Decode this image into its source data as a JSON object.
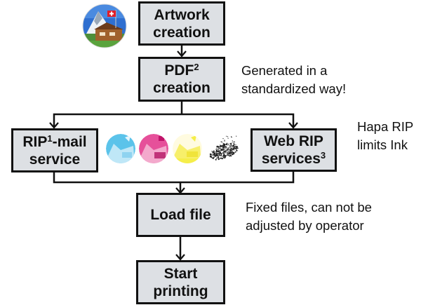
{
  "nodes": {
    "artwork": {
      "line1": "Artwork",
      "line2": "creation"
    },
    "pdf": {
      "line1_main": "PDF",
      "line1_sup": "2",
      "line2": "creation"
    },
    "rip_mail": {
      "line1_main": "RIP",
      "line1_sup": "1",
      "line1_rest": "-mail",
      "line2": "service"
    },
    "web_rip": {
      "line1": "Web RIP",
      "line2_main": "services",
      "line2_sup": "3"
    },
    "load_file": {
      "line1": "Load file"
    },
    "start_printing": {
      "line1": "Start",
      "line2": "printing"
    }
  },
  "notes": {
    "pdf_note": {
      "line1": "Generated in a",
      "line2": "standardized way!"
    },
    "rip_note": {
      "line1": "Hapa RIP",
      "line2": "limits Ink"
    },
    "load_note": {
      "line1": "Fixed files, can not be",
      "line2": "adjusted by operator"
    }
  },
  "images": {
    "artwork_photo": "swiss-chalet-matterhorn-photo",
    "separations": [
      {
        "name": "cyan-separation",
        "color": "#5bc3ea"
      },
      {
        "name": "magenta-separation",
        "color": "#e6509a"
      },
      {
        "name": "yellow-separation",
        "color": "#f5ee4a"
      },
      {
        "name": "black-halftone-separation",
        "color": "#222222"
      }
    ]
  },
  "colors": {
    "box_fill": "#dde0e4",
    "line": "#111111"
  }
}
